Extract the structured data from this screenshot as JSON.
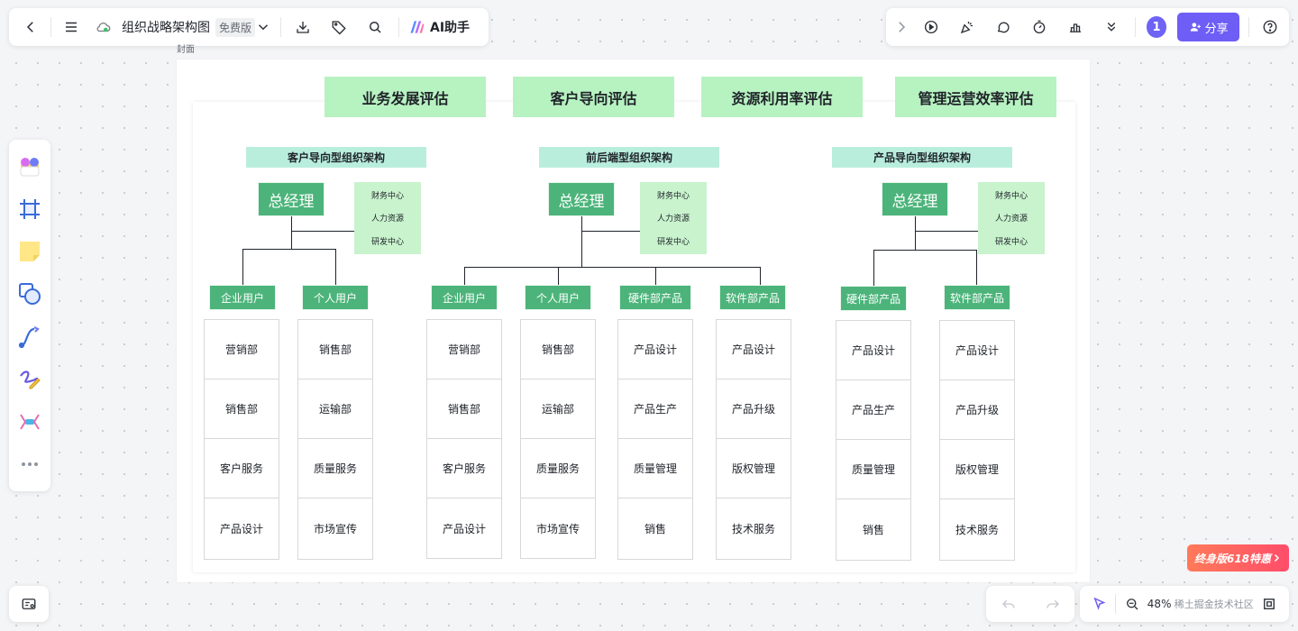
{
  "topbar": {
    "doc_title": "组织战略架构图",
    "plan_badge": "免费版",
    "ai_label": "AI助手"
  },
  "topbar_right": {
    "user_count": "1",
    "share_label": "分享"
  },
  "frame_label": "封面",
  "evaluations": [
    "业务发展评估",
    "客户导向评估",
    "资源利用率评估",
    "管理运营效率评估"
  ],
  "charts": [
    {
      "title": "客户导向型组织架构",
      "gm": "总经理",
      "side": [
        "财务中心",
        "人力资源",
        "研发中心"
      ],
      "depts": [
        {
          "name": "企业用户",
          "items": [
            "营销部",
            "销售部",
            "客户服务",
            "产品设计"
          ]
        },
        {
          "name": "个人用户",
          "items": [
            "销售部",
            "运输部",
            "质量服务",
            "市场宣传"
          ]
        }
      ]
    },
    {
      "title": "前后端型组织架构",
      "gm": "总经理",
      "side": [
        "财务中心",
        "人力资源",
        "研发中心"
      ],
      "depts": [
        {
          "name": "企业用户",
          "items": [
            "营销部",
            "销售部",
            "客户服务",
            "产品设计"
          ]
        },
        {
          "name": "个人用户",
          "items": [
            "销售部",
            "运输部",
            "质量服务",
            "市场宣传"
          ]
        },
        {
          "name": "硬件部产品",
          "items": [
            "产品设计",
            "产品生产",
            "质量管理",
            "销售"
          ]
        },
        {
          "name": "软件部产品",
          "items": [
            "产品设计",
            "产品升级",
            "版权管理",
            "技术服务"
          ]
        }
      ]
    },
    {
      "title": "产品导向型组织架构",
      "gm": "总经理",
      "side": [
        "财务中心",
        "人力资源",
        "研发中心"
      ],
      "depts": [
        {
          "name": "硬件部产品",
          "items": [
            "产品设计",
            "产品生产",
            "质量管理",
            "销售"
          ]
        },
        {
          "name": "软件部产品",
          "items": [
            "产品设计",
            "产品升级",
            "版权管理",
            "技术服务"
          ]
        }
      ]
    }
  ],
  "zoom": {
    "level": "48%",
    "watermark": "稀土掘金技术社区"
  },
  "promo": {
    "label": "终身版618特惠"
  },
  "colors": {
    "eval_fill": "#b7f2c1",
    "title_fill": "#b9eedd",
    "node_fill": "#4cb47a",
    "side_fill": "#c8f3cd",
    "share_fill": "#6e5ef5"
  }
}
